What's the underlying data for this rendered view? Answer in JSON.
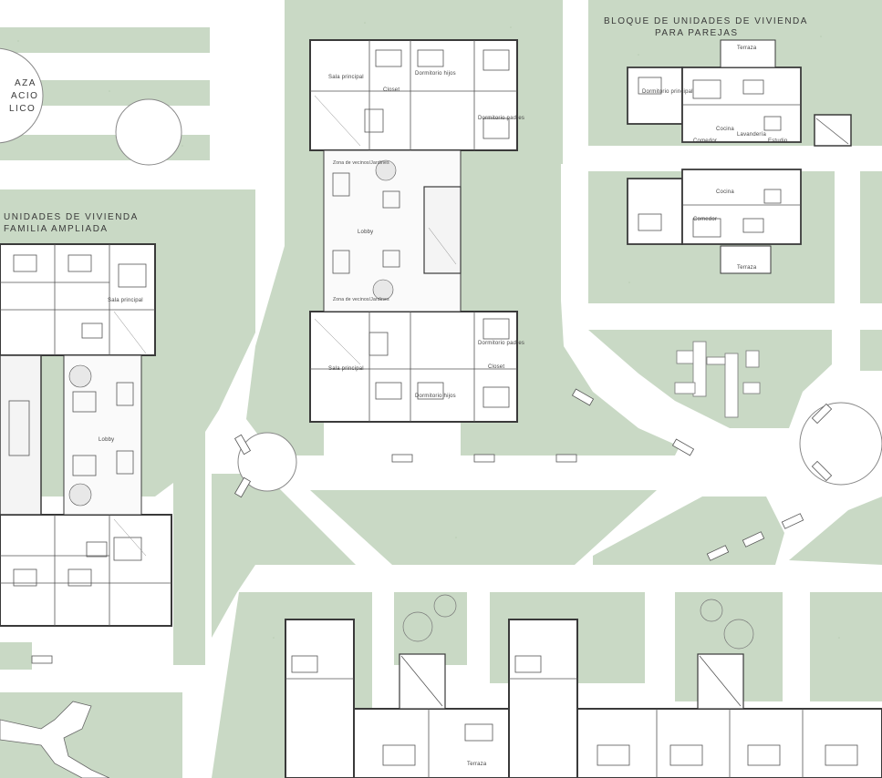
{
  "labels": {
    "plaza_line1": "AZA",
    "plaza_line2": "ACIO",
    "plaza_line3": "LICO",
    "block_couples_line1": "BLOQUE DE UNIDADES DE VIVIENDA",
    "block_couples_line2": "PARA PAREJAS",
    "block_family_line1": "UNIDADES DE VIVIENDA",
    "block_family_line2": "FAMILIA AMPLIADA"
  },
  "rooms": {
    "lobby": "Lobby",
    "zona_vecinos": "Zona de vecinos/Jardines",
    "sala_principal": "Sala principal",
    "dormitorio_hijos": "Dormitorio hijos",
    "dormitorio_padres": "Dormitorio padres",
    "dormitorio_principal": "Dormitorio principal",
    "closet": "Closet",
    "cocina": "Cocina",
    "comedor": "Comedor",
    "lavanderia": "Lavandería",
    "terraza": "Terraza",
    "estudio": "Estudio"
  },
  "colors": {
    "green": "#c8d8c4",
    "paper": "#ffffff",
    "wall": "#3a3a3a",
    "line": "#8a8a8a"
  }
}
